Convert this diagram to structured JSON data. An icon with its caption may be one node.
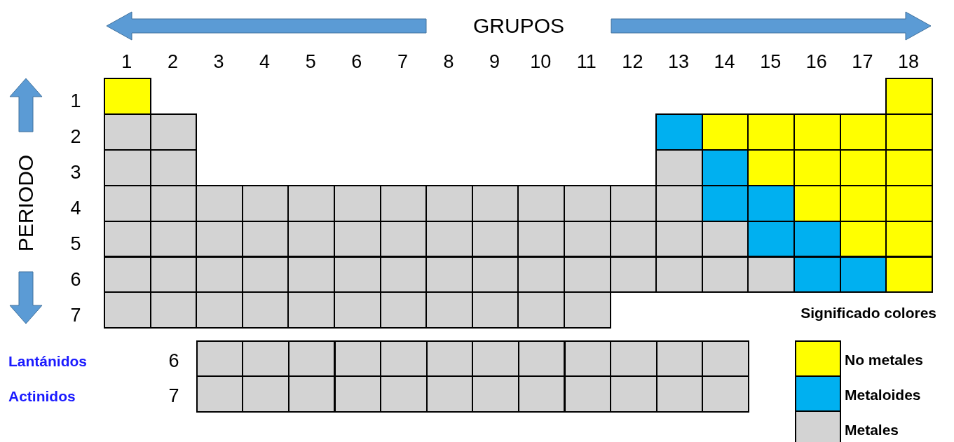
{
  "diagram": {
    "labels": [
      "GRUPOS",
      "1",
      "2",
      "3",
      "4",
      "5",
      "6",
      "7",
      "8",
      "9",
      "10",
      "11",
      "12",
      "13",
      "14",
      "15",
      "16",
      "17",
      "18",
      "PERIODO",
      "1",
      "2",
      "3",
      "4",
      "5",
      "6",
      "7",
      "Lantánidos",
      "6",
      "Actinidos",
      "7",
      "Significado colores"
    ],
    "legend": [
      {
        "text": "No metales",
        "color": "#ffff00"
      },
      {
        "text": "Metaloides",
        "color": "#00b0f0"
      },
      {
        "text": "Metales",
        "color": "#d3d3d3"
      }
    ]
  }
}
